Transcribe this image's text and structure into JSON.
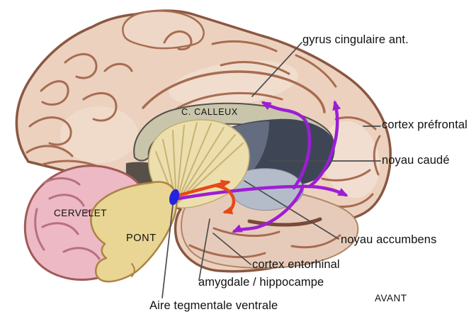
{
  "figure": {
    "description": "Sagittal brain diagram with dopaminergic pathway arrows",
    "background": "#ffffff"
  },
  "labels": {
    "gyrus_cingulaire": "gyrus cingulaire ant.",
    "cortex_prefrontal": "cortex préfrontal",
    "noyau_caude": "noyau caudé",
    "noyau_accumbens": "noyau accumbens",
    "cortex_entorhinal": "cortex entorhinal",
    "amygdale_hippocampe": "amygdale / hippocampe",
    "aire_tegmentale": "Aire tegmentale ventrale",
    "avant": "AVANT",
    "corps_calleux": "C. CALLEUX",
    "cervelet": "CERVELET",
    "pont": "PONT"
  },
  "colors": {
    "pathway_purple": "#9c1ed4",
    "pathway_orange": "#e84818",
    "vta_dot_blue": "#2323e0",
    "leader_line": "#4c4c4c",
    "cortex_fill": "#ecd1bf",
    "cortex_outline": "#8a5742",
    "gyri_line": "#a86c50",
    "highlight": "#f7eadf",
    "temporal_fill": "#e7cbba",
    "temporal_outline": "#b08568",
    "orbital_shadow": "#7a4a38",
    "cerebellum_fill": "#edb9c5",
    "cerebellum_outline": "#a05a58",
    "cerebellum_line": "#b87080",
    "wedge_fill": "#87796c",
    "pons_fill": "#e9d594",
    "pons_outline": "#ad8343",
    "midbrain_dark_fill": "#565049",
    "corpus_callosum_fill": "#c9c5ab",
    "corpus_callosum_outline": "#55504a",
    "thalamus_fill": "#3e4656",
    "thalamus_light": "#6b7486",
    "peduncle_fill": "#b4bcc9",
    "fornix_fill": "#ecdfad",
    "fornix_line": "#c9b274"
  }
}
